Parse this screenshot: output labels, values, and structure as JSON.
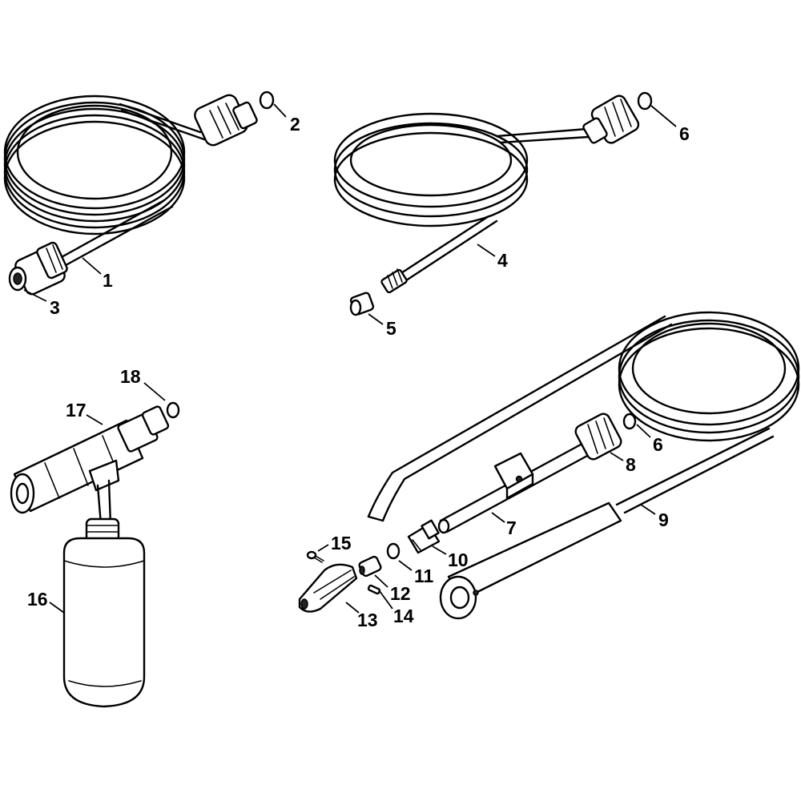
{
  "callouts": [
    {
      "label": "1"
    },
    {
      "label": "2"
    },
    {
      "label": "3"
    },
    {
      "label": "4"
    },
    {
      "label": "5"
    },
    {
      "label": "6"
    },
    {
      "label": "6"
    },
    {
      "label": "7"
    },
    {
      "label": "8"
    },
    {
      "label": "9"
    },
    {
      "label": "10"
    },
    {
      "label": "11"
    },
    {
      "label": "12"
    },
    {
      "label": "13"
    },
    {
      "label": "14"
    },
    {
      "label": "15"
    },
    {
      "label": "16"
    },
    {
      "label": "17"
    },
    {
      "label": "18"
    }
  ]
}
